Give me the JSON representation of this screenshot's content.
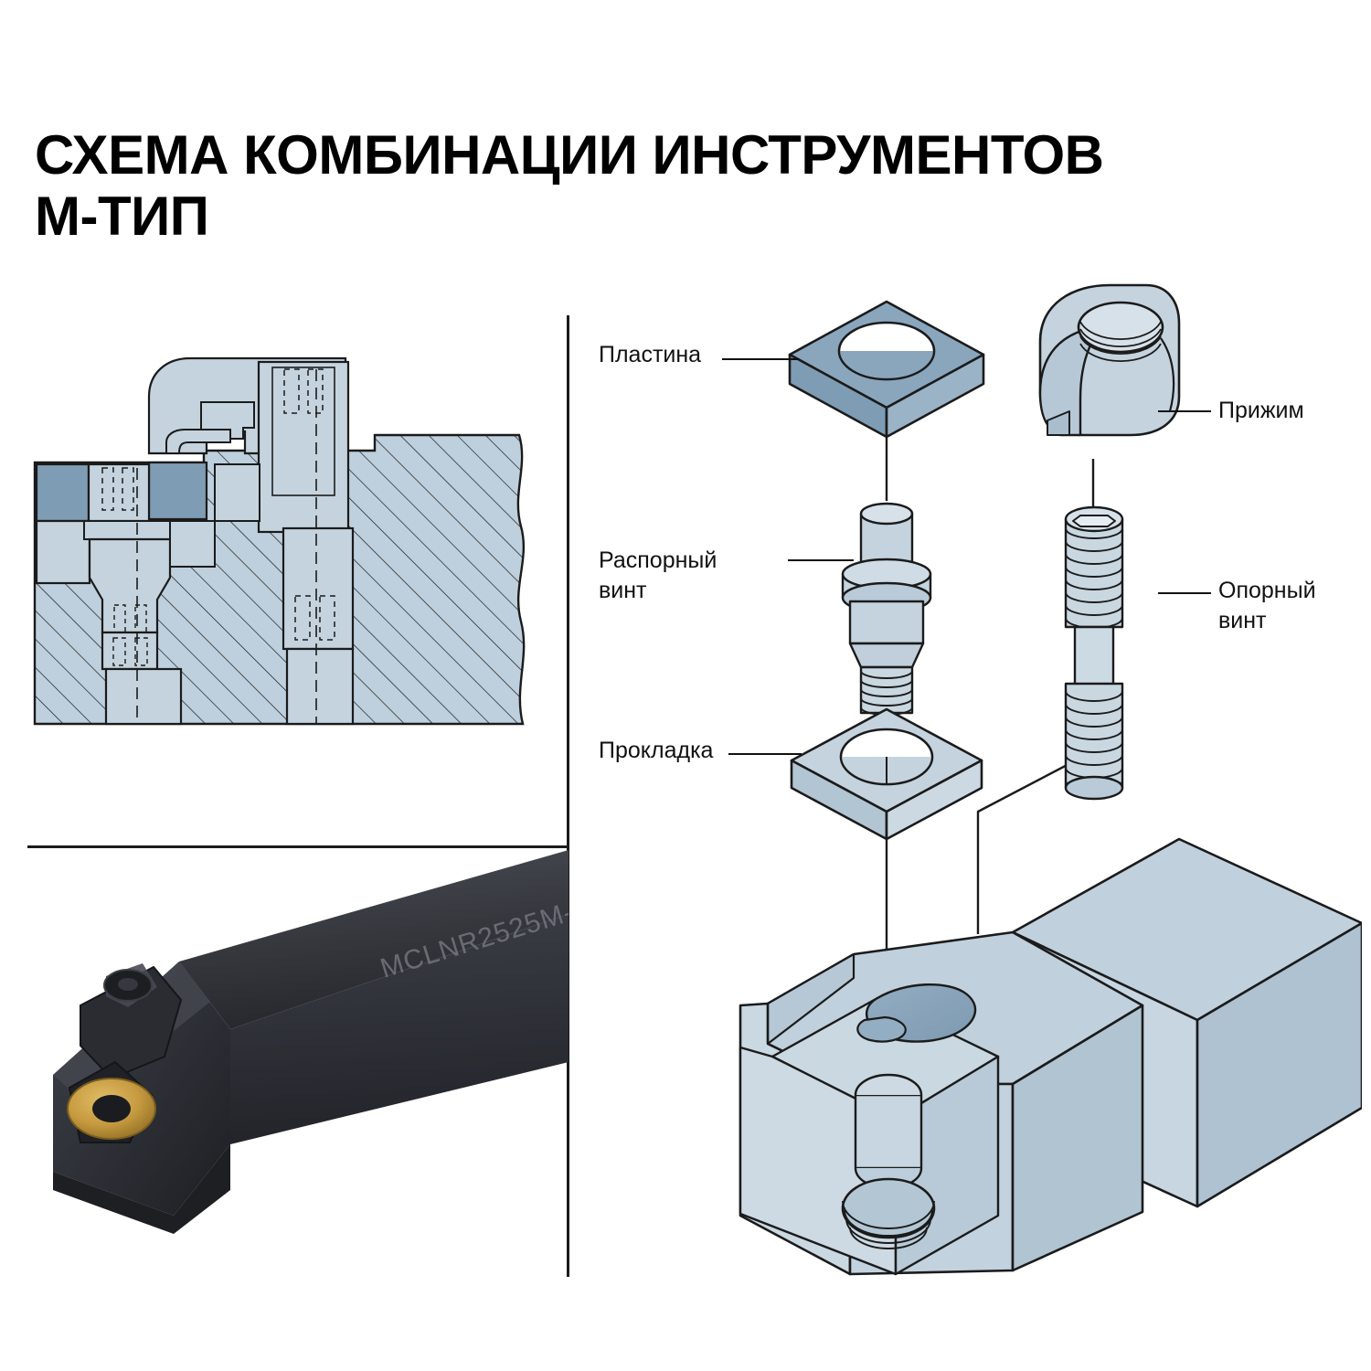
{
  "page": {
    "title": "СХЕМА КОМБИНАЦИИ ИНСТРУМЕНТОВ\nМ-ТИП",
    "background_color": "#ffffff",
    "line_color": "#111111"
  },
  "colors": {
    "insert_fill": "#8aa6bd",
    "part_fill": "#c4d3de",
    "part_fill_light": "#d7e1e9",
    "part_fill_dark": "#9fb5c6",
    "body_fill": "#c0d0dc",
    "body_fill_shade": "#aec2d1",
    "pocket_dark": "#8fa9bd",
    "hatch_fill": "#bed0dd",
    "stroke": "#1b1b1b",
    "photo_dark": "#2f3136",
    "photo_mid": "#45474e",
    "insert_gold": "#c8a24a"
  },
  "labels": {
    "insert": "Пластина",
    "spacer_screw": "Распорный\nвинт",
    "shim": "Прокладка",
    "clamp": "Прижим",
    "support_screw": "Опорный\nвинт"
  },
  "photo": {
    "engraving": "MCLNR2525M-"
  },
  "sections": {
    "cross_section_drawing": "cross-section assembly drawing",
    "product_photo": "tool holder photograph",
    "exploded_view": "exploded isometric assembly"
  }
}
